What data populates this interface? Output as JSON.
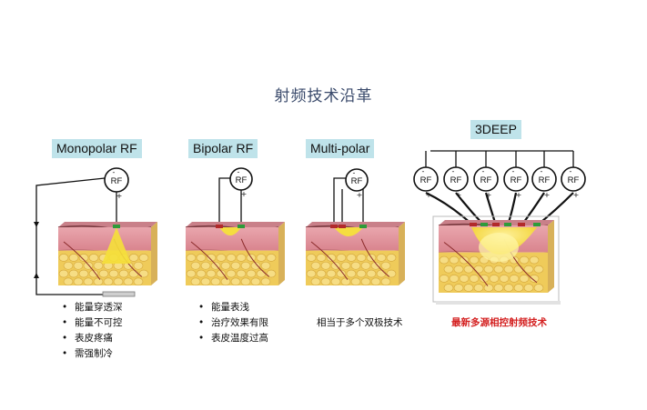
{
  "title": "射频技术沿革",
  "panels": [
    {
      "label": "Monopolar  RF",
      "bullets": [
        "能量穿透深",
        "能量不可控",
        "表皮疼痛",
        "需强制冷"
      ]
    },
    {
      "label": "Bipolar  RF",
      "bullets": [
        "能量表浅",
        "治疗效果有限",
        "表皮温度过高"
      ]
    },
    {
      "label": "Multi-polar",
      "caption": "相当于多个双极技术"
    },
    {
      "label": "3DEEP",
      "caption": "最新多源相控射频技术"
    }
  ],
  "rf_label": "RF",
  "minus_sign": "-",
  "plus_sign": "+",
  "colors": {
    "label_bg": "#bfe3ea",
    "highlight": "#d42020",
    "title": "#3a4a6b"
  }
}
